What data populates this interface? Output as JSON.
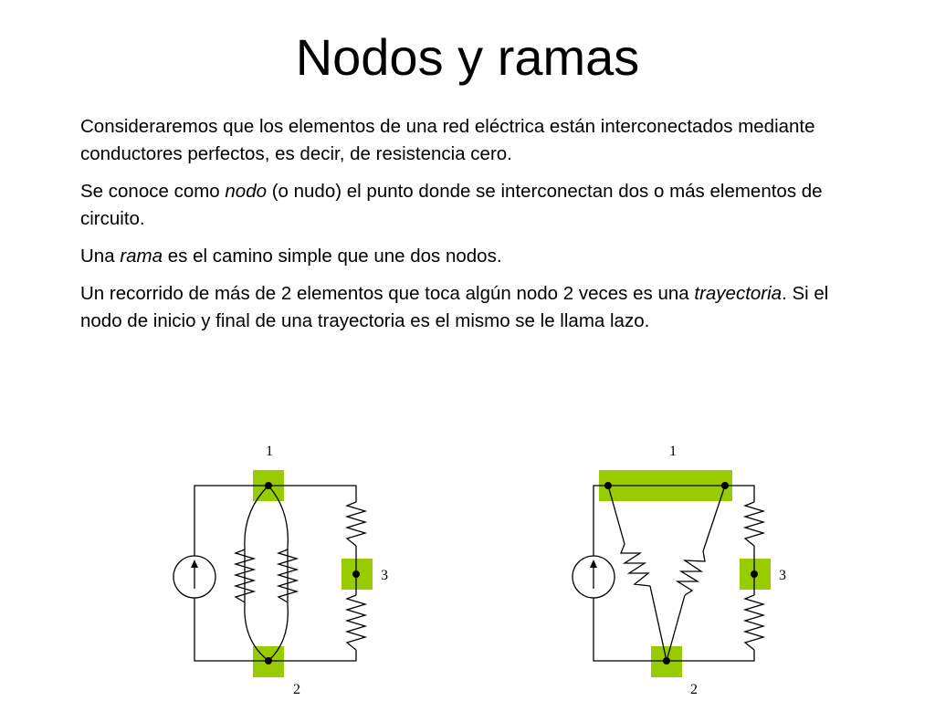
{
  "slide": {
    "title": "Nodos y ramas",
    "paragraphs": {
      "p1": "Consideraremos que los elementos de una red eléctrica están interconectados mediante conductores perfectos, es decir, de resistencia cero.",
      "p2_before": "Se conoce como ",
      "p2_term": "nodo",
      "p2_after": " (o nudo) el punto donde se interconectan dos o más elementos de circuito.",
      "p3_before": "Una ",
      "p3_term": "rama",
      "p3_after": " es el camino simple que une dos nodos.",
      "p4_before": "Un recorrido de más de 2 elementos que toca algún nodo 2 veces es una ",
      "p4_term": "trayectoria",
      "p4_after": ". Si el nodo de inicio y final de una trayectoria es el mismo se le llama lazo."
    }
  },
  "circuit_left": {
    "node_top_label": "1",
    "node_right_label": "3",
    "node_bottom_label": "2"
  },
  "circuit_right": {
    "node_top_label": "1",
    "node_right_label": "3",
    "node_bottom_label": "2"
  },
  "colors": {
    "highlight": "#99cc00",
    "wire": "#000000"
  }
}
